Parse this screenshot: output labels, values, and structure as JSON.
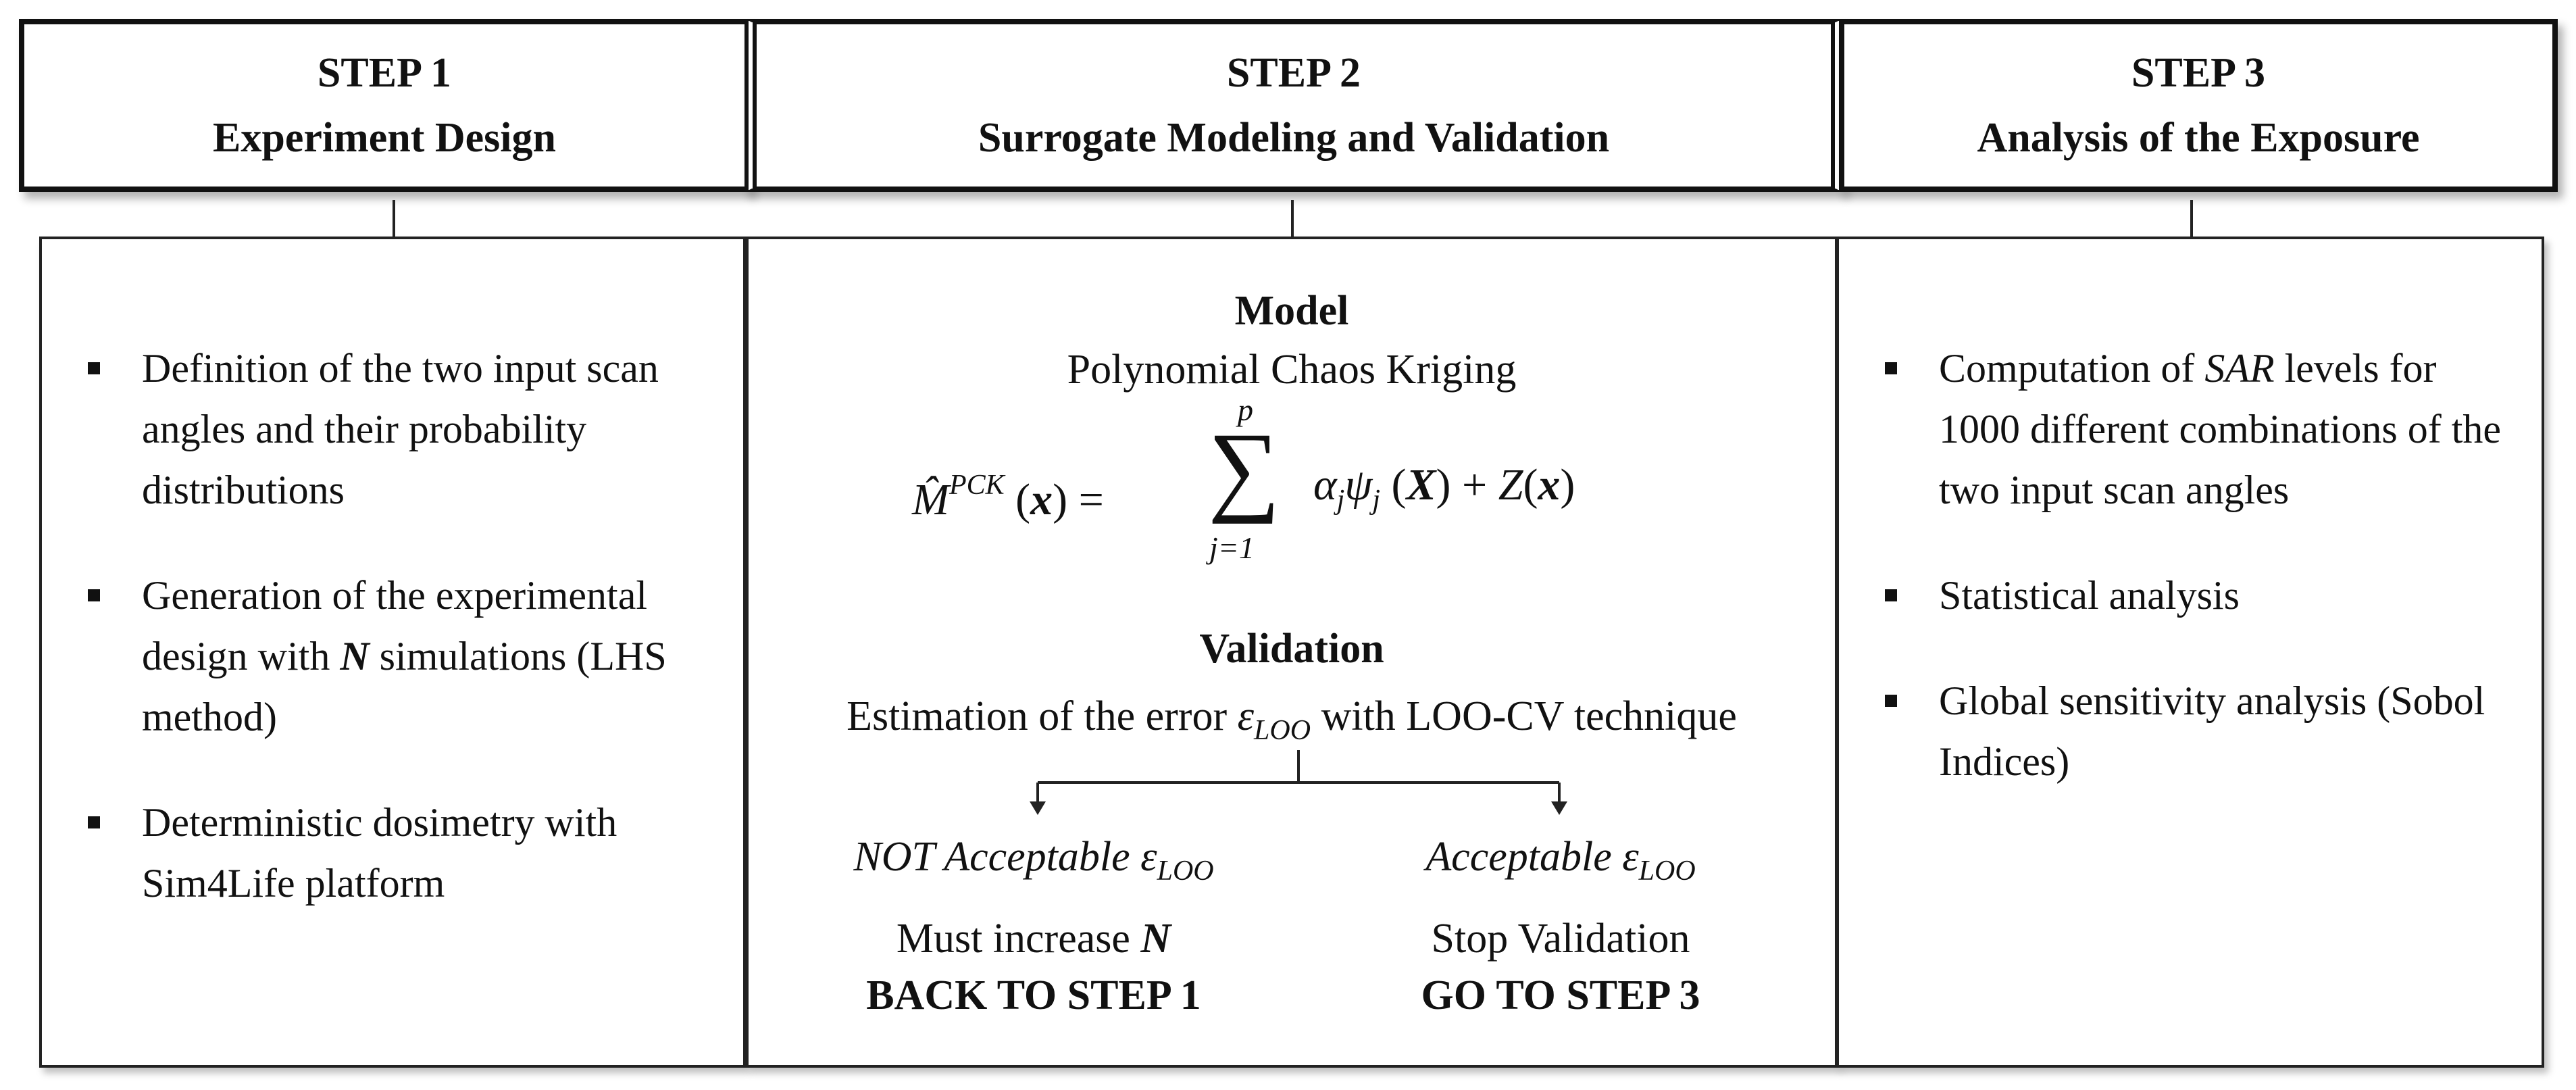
{
  "steps": [
    {
      "number": "STEP 1",
      "title": "Experiment Design"
    },
    {
      "number": "STEP 2",
      "title": "Surrogate Modeling and Validation"
    },
    {
      "number": "STEP 3",
      "title": "Analysis of the Exposure"
    }
  ],
  "step1": {
    "bullets": [
      {
        "text": "Definition of the two input scan angles and their probability distributions"
      },
      {
        "text_before": "Generation of the experimental design with",
        "var": "N",
        "text_after": "simulations (LHS method)"
      },
      {
        "text": "Deterministic dosimetry with Sim4Life platform"
      }
    ]
  },
  "step2": {
    "model_heading": "Model",
    "model_name": "Polynomial Chaos Kriging",
    "equation": {
      "lhs": "M̂",
      "lhs_sup": "PCK",
      "lhs_arg": "(x) =",
      "sum_upper": "p",
      "sum_lower": "j=1",
      "sum_symbol": "∑",
      "rhs": "αj ψj (X) + Z(x)"
    },
    "validation_heading": "Validation",
    "validation_text_before": "Estimation of the error",
    "epsilon": "ε",
    "epsilon_sub": "LOO",
    "validation_text_after": "with LOO-CV technique",
    "left_branch": {
      "label": "NOT Acceptable",
      "line2_before": "Must increase",
      "line2_var": "N",
      "action": "BACK TO STEP 1"
    },
    "right_branch": {
      "label": "Acceptable",
      "line2": "Stop Validation",
      "action": "GO TO STEP 3"
    }
  },
  "step3": {
    "bullets": [
      {
        "text_before": "Computation of",
        "var": "SAR",
        "text_after": "levels for 1000 different combinations of the two input scan angles"
      },
      {
        "text": "Statistical analysis"
      },
      {
        "text": "Global sensitivity analysis (Sobol Indices)"
      }
    ]
  }
}
